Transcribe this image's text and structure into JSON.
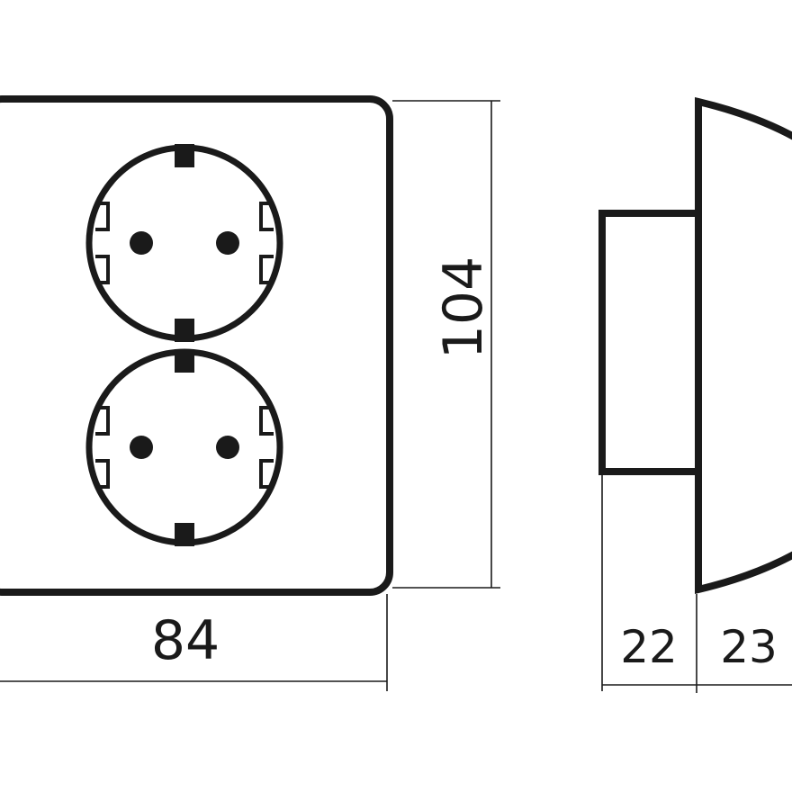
{
  "dimensions": {
    "width": "84",
    "height": "104",
    "depth_base": "22",
    "depth_cover": "23"
  },
  "colors": {
    "stroke": "#1a1a1a",
    "background": "#ffffff"
  }
}
